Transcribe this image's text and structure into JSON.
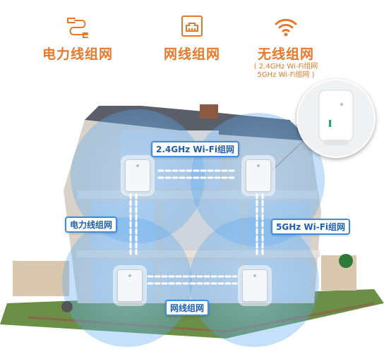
{
  "header": {
    "power": {
      "title": "电力线组网",
      "icon": "power-plug-icon"
    },
    "wired": {
      "title": "网线组网",
      "icon": "ethernet-port-icon"
    },
    "wireless": {
      "title": "无线组网",
      "subtitle_line1": "( 2.4GHz Wi-Fi组网",
      "subtitle_line2": "5GHz Wi-Fi组网 )",
      "icon": "wifi-icon"
    }
  },
  "scene": {
    "label_24": "2.4GHz Wi-Fi组网",
    "label_power": "电力线组网",
    "label_5": "5GHz Wi-Fi组网",
    "label_wired": "网线组网"
  },
  "colors": {
    "accent": "#e8792b",
    "blue": "#3d8ee0",
    "label_text": "#1f5fb0"
  }
}
